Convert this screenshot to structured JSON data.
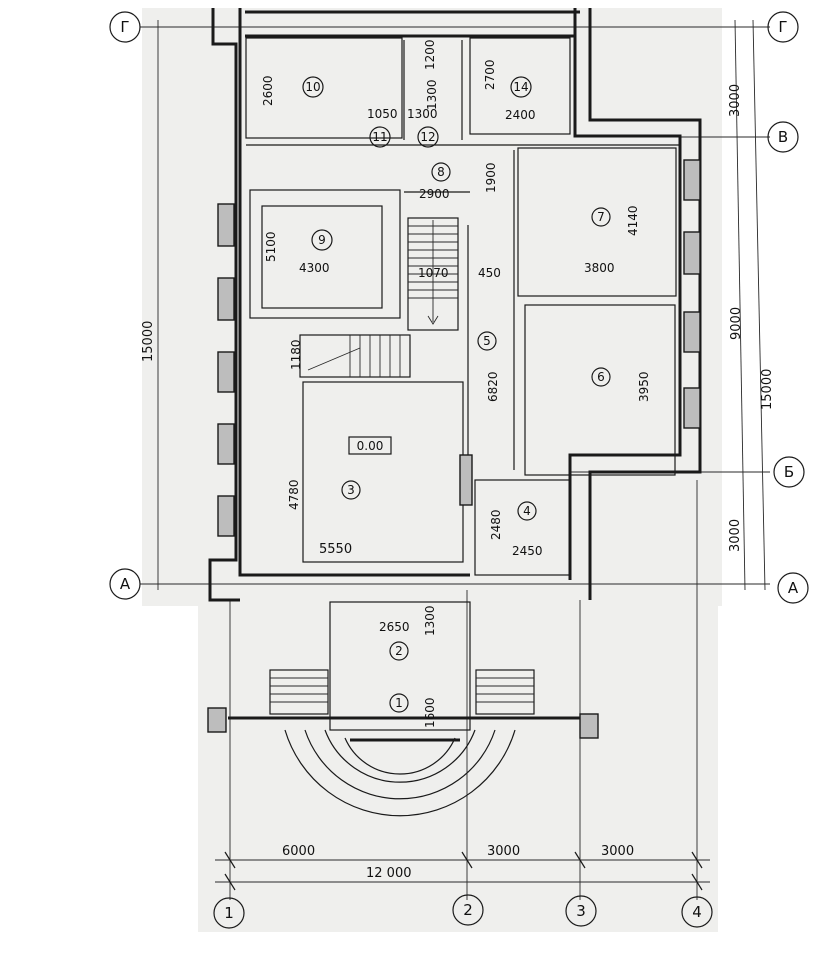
{
  "axes": {
    "horizontal": [
      "Г",
      "В",
      "Б",
      "А"
    ],
    "vertical": [
      "1",
      "2",
      "3",
      "4"
    ]
  },
  "rooms": [
    {
      "id": "room-1",
      "label": "1"
    },
    {
      "id": "room-2",
      "label": "2"
    },
    {
      "id": "room-3",
      "label": "3"
    },
    {
      "id": "room-4",
      "label": "4"
    },
    {
      "id": "room-5",
      "label": "5"
    },
    {
      "id": "room-6",
      "label": "6"
    },
    {
      "id": "room-7",
      "label": "7"
    },
    {
      "id": "room-8",
      "label": "8"
    },
    {
      "id": "room-9",
      "label": "9"
    },
    {
      "id": "room-10",
      "label": "10"
    },
    {
      "id": "room-11",
      "label": "11"
    },
    {
      "id": "room-12",
      "label": "12"
    },
    {
      "id": "room-14",
      "label": "14"
    }
  ],
  "level_mark": "0.00",
  "dimensions": {
    "bottom_6000": "6000",
    "bottom_3000_a": "3000",
    "bottom_3000_b": "3000",
    "bottom_total": "12 000",
    "left_total": "15000",
    "right_total": "15000",
    "right_3000_top": "3000",
    "right_9000": "9000",
    "right_3000_bottom": "3000",
    "room3_width": "5550",
    "room3_depth": "4780",
    "room4_width": "2450",
    "room4_depth": "2480",
    "room5_len": "6820",
    "room6_depth": "3950",
    "room7_width": "3800",
    "room7_depth": "4140",
    "room8_width": "2900",
    "room8_depth": "1900",
    "room9_width": "4300",
    "room9_depth": "5100",
    "room10_depth": "2600",
    "room14_depth": "2700",
    "room14_width": "2400",
    "d1070": "1070",
    "d450": "450",
    "d1050": "1050",
    "d1300a": "1300",
    "d1300b": "1300",
    "d1200": "1200",
    "d1180": "1180",
    "d2650": "2650",
    "d1300c": "1300",
    "d1600": "1600"
  }
}
